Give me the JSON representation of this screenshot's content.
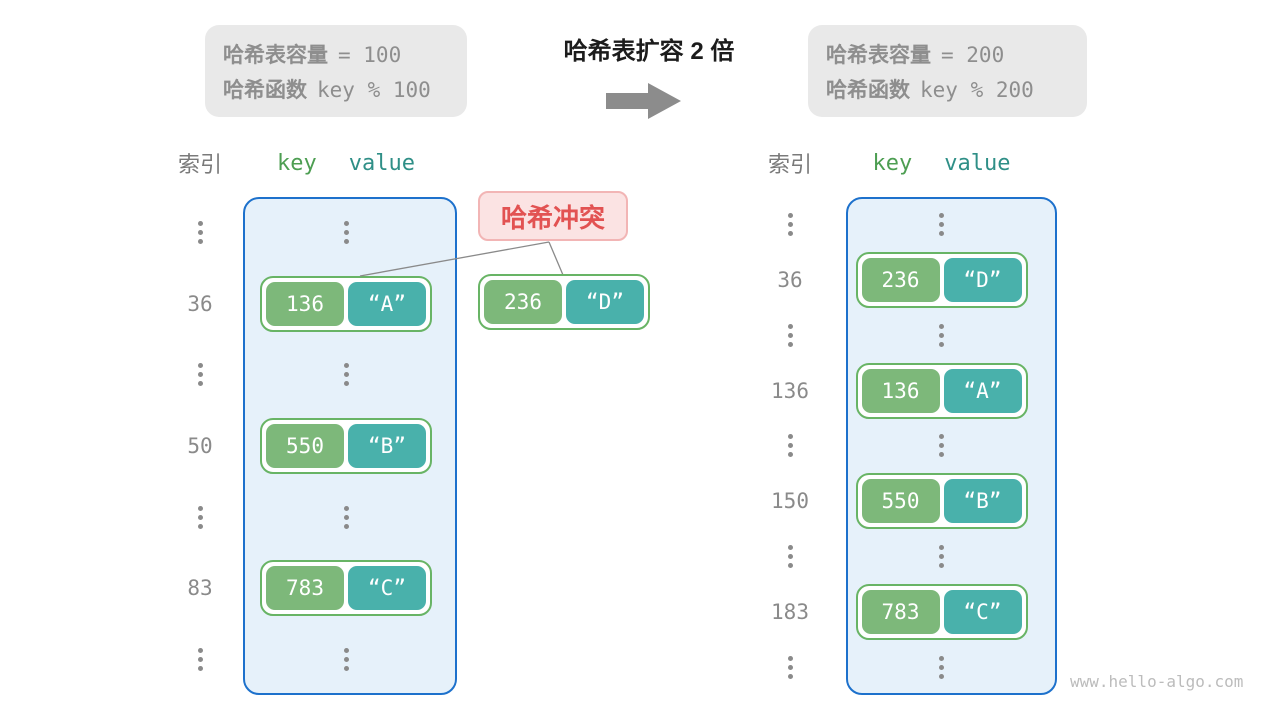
{
  "colors": {
    "gray_text": "#8e8e8e",
    "arrow_gray": "#8c8c8c",
    "key_green": "#7db87a",
    "value_teal": "#49b1ab",
    "pair_border": "#68b465",
    "table_fill": "#e6f1fa",
    "table_border": "#1d71cc",
    "key_header": "#4d9e52",
    "value_header": "#2f8f87",
    "collision_bg": "#fbe3e3",
    "collision_border": "#f2b5b5",
    "collision_text": "#e25252"
  },
  "info_before": {
    "line1_label": "哈希表容量",
    "line1_code": "= 100",
    "line2_label": "哈希函数",
    "line2_code": "key % 100"
  },
  "info_after": {
    "line1_label": "哈希表容量",
    "line1_code": "= 200",
    "line2_label": "哈希函数",
    "line2_code": "key % 200"
  },
  "transition": {
    "title": "哈希表扩容 2 倍",
    "arrow_icon": "right-arrow"
  },
  "collision": {
    "label": "哈希冲突"
  },
  "floating_pair": {
    "key": "236",
    "value": "“D”"
  },
  "left_table": {
    "headers": {
      "index": "索引",
      "key": "key",
      "value": "value"
    },
    "rows": [
      {
        "type": "dots"
      },
      {
        "type": "pair",
        "index": "36",
        "key": "136",
        "value": "“A”"
      },
      {
        "type": "dots"
      },
      {
        "type": "pair",
        "index": "50",
        "key": "550",
        "value": "“B”"
      },
      {
        "type": "dots"
      },
      {
        "type": "pair",
        "index": "83",
        "key": "783",
        "value": "“C”"
      },
      {
        "type": "dots"
      }
    ]
  },
  "right_table": {
    "headers": {
      "index": "索引",
      "key": "key",
      "value": "value"
    },
    "rows": [
      {
        "type": "dots"
      },
      {
        "type": "pair",
        "index": "36",
        "key": "236",
        "value": "“D”"
      },
      {
        "type": "dots"
      },
      {
        "type": "pair",
        "index": "136",
        "key": "136",
        "value": "“A”"
      },
      {
        "type": "dots"
      },
      {
        "type": "pair",
        "index": "150",
        "key": "550",
        "value": "“B”"
      },
      {
        "type": "dots"
      },
      {
        "type": "pair",
        "index": "183",
        "key": "783",
        "value": "“C”"
      },
      {
        "type": "dots"
      }
    ]
  },
  "watermark": "www.hello-algo.com"
}
